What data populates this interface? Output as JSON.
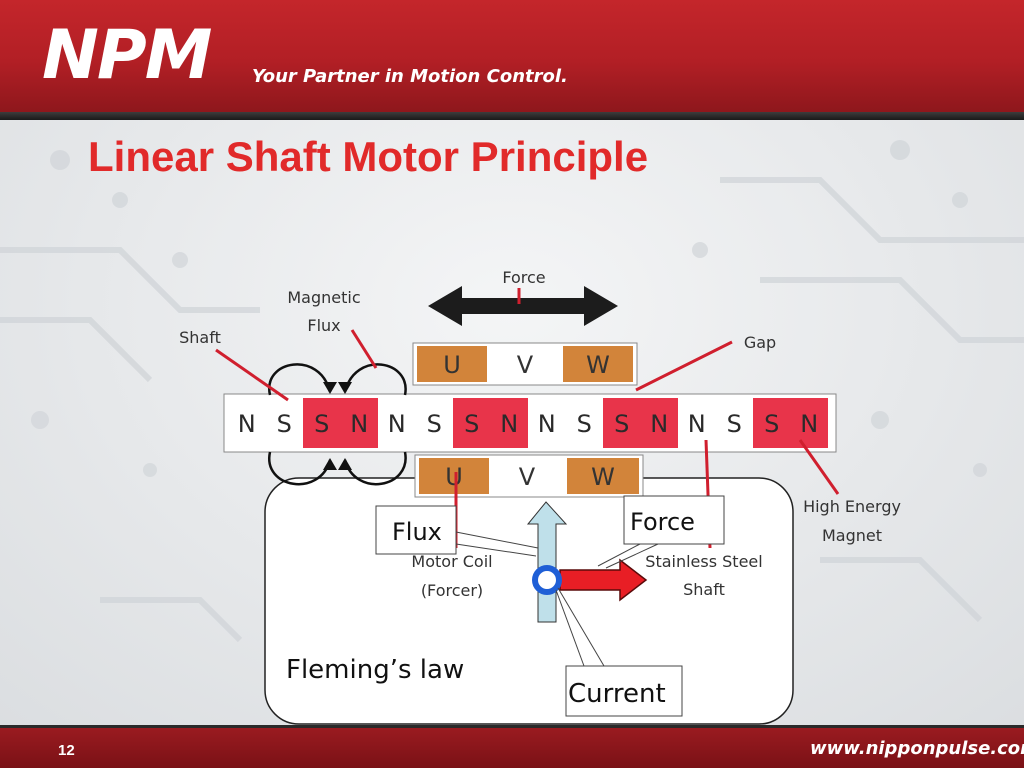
{
  "header": {
    "logo": "NPM",
    "tagline": "Your Partner in Motion Control."
  },
  "slide": {
    "title": "Linear Shaft Motor Principle"
  },
  "diagram": {
    "labels": {
      "force_top": "Force",
      "magnetic_flux_line1": "Magnetic",
      "magnetic_flux_line2": "Flux",
      "shaft": "Shaft",
      "gap": "Gap",
      "high_energy_line1": "High Energy",
      "high_energy_line2": "Magnet",
      "stainless_line1": "Stainless Steel",
      "stainless_line2": "Shaft",
      "motor_coil_line1": "Motor Coil",
      "motor_coil_line2": "(Forcer)"
    },
    "coil_phases_top": [
      "U",
      "V",
      "W"
    ],
    "coil_phases_bottom": [
      "U",
      "V",
      "W"
    ],
    "magnet_poles": [
      "N",
      "S",
      "S",
      "N",
      "N",
      "S",
      "S",
      "N",
      "N",
      "S",
      "S",
      "N",
      "N",
      "S",
      "S",
      "N"
    ],
    "fleming": {
      "title": "Fleming’s law",
      "flux": "Flux",
      "force": "Force",
      "current": "Current"
    }
  },
  "footer": {
    "page_number": "12",
    "website": "www.nipponpulse.com"
  },
  "colors": {
    "brand_red": "#c4262b",
    "title_red": "#e12a2a",
    "magnet_red": "#e8344a",
    "coil_orange": "#d2843a"
  }
}
